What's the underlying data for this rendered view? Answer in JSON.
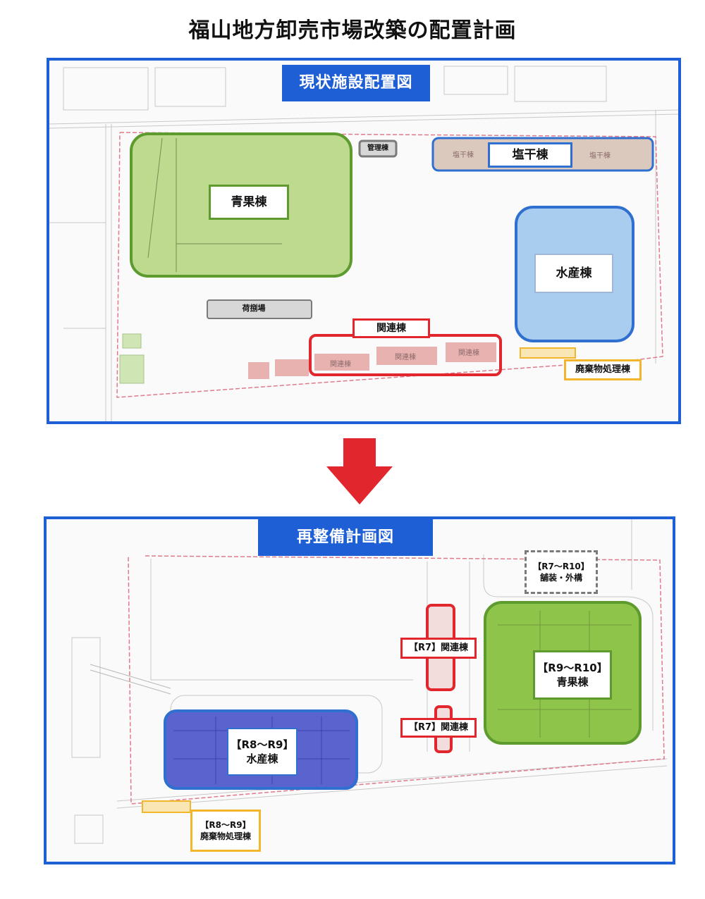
{
  "title": "福山地方卸売市場改築の配置計画",
  "colors": {
    "frame": "#1f5fd6",
    "green": "#5e9b2e",
    "green_fill": "#a8cf6a",
    "blue": "#2f6fd0",
    "blue_fill": "#a9cdee",
    "purple_fill": "#5b63cf",
    "red": "#e1262d",
    "orange": "#f3b52b",
    "gray": "#7a7a7a",
    "beige_fill": "#dcc9bd",
    "arrow": "#e1262d"
  },
  "current": {
    "heading": "現状施設配置図",
    "seika": "青果棟",
    "kanri": "管理棟",
    "enkan_box": "塩干棟",
    "enkan_small_1": "塩干棟",
    "enkan_small_2": "塩干棟",
    "suisan": "水産棟",
    "nisabaki": "荷捌場",
    "kanren_label": "関連棟",
    "kanren_small_1": "関連棟",
    "kanren_small_2": "関連棟",
    "kanren_small_3": "関連棟",
    "haikibutsu": "廃棄物処理棟"
  },
  "plan": {
    "heading": "再整備計画図",
    "paving_period": "【R7～R10】",
    "paving": "舗装・外構",
    "kanren_upper_period": "【R7】",
    "kanren_upper": "関連棟",
    "kanren_lower_period": "【R7】",
    "kanren_lower": "関連棟",
    "seika_period": "【R9～R10】",
    "seika": "青果棟",
    "suisan_period": "【R8～R9】",
    "suisan": "水産棟",
    "haikibutsu_period": "【R8～R9】",
    "haikibutsu": "廃棄物処理棟"
  }
}
